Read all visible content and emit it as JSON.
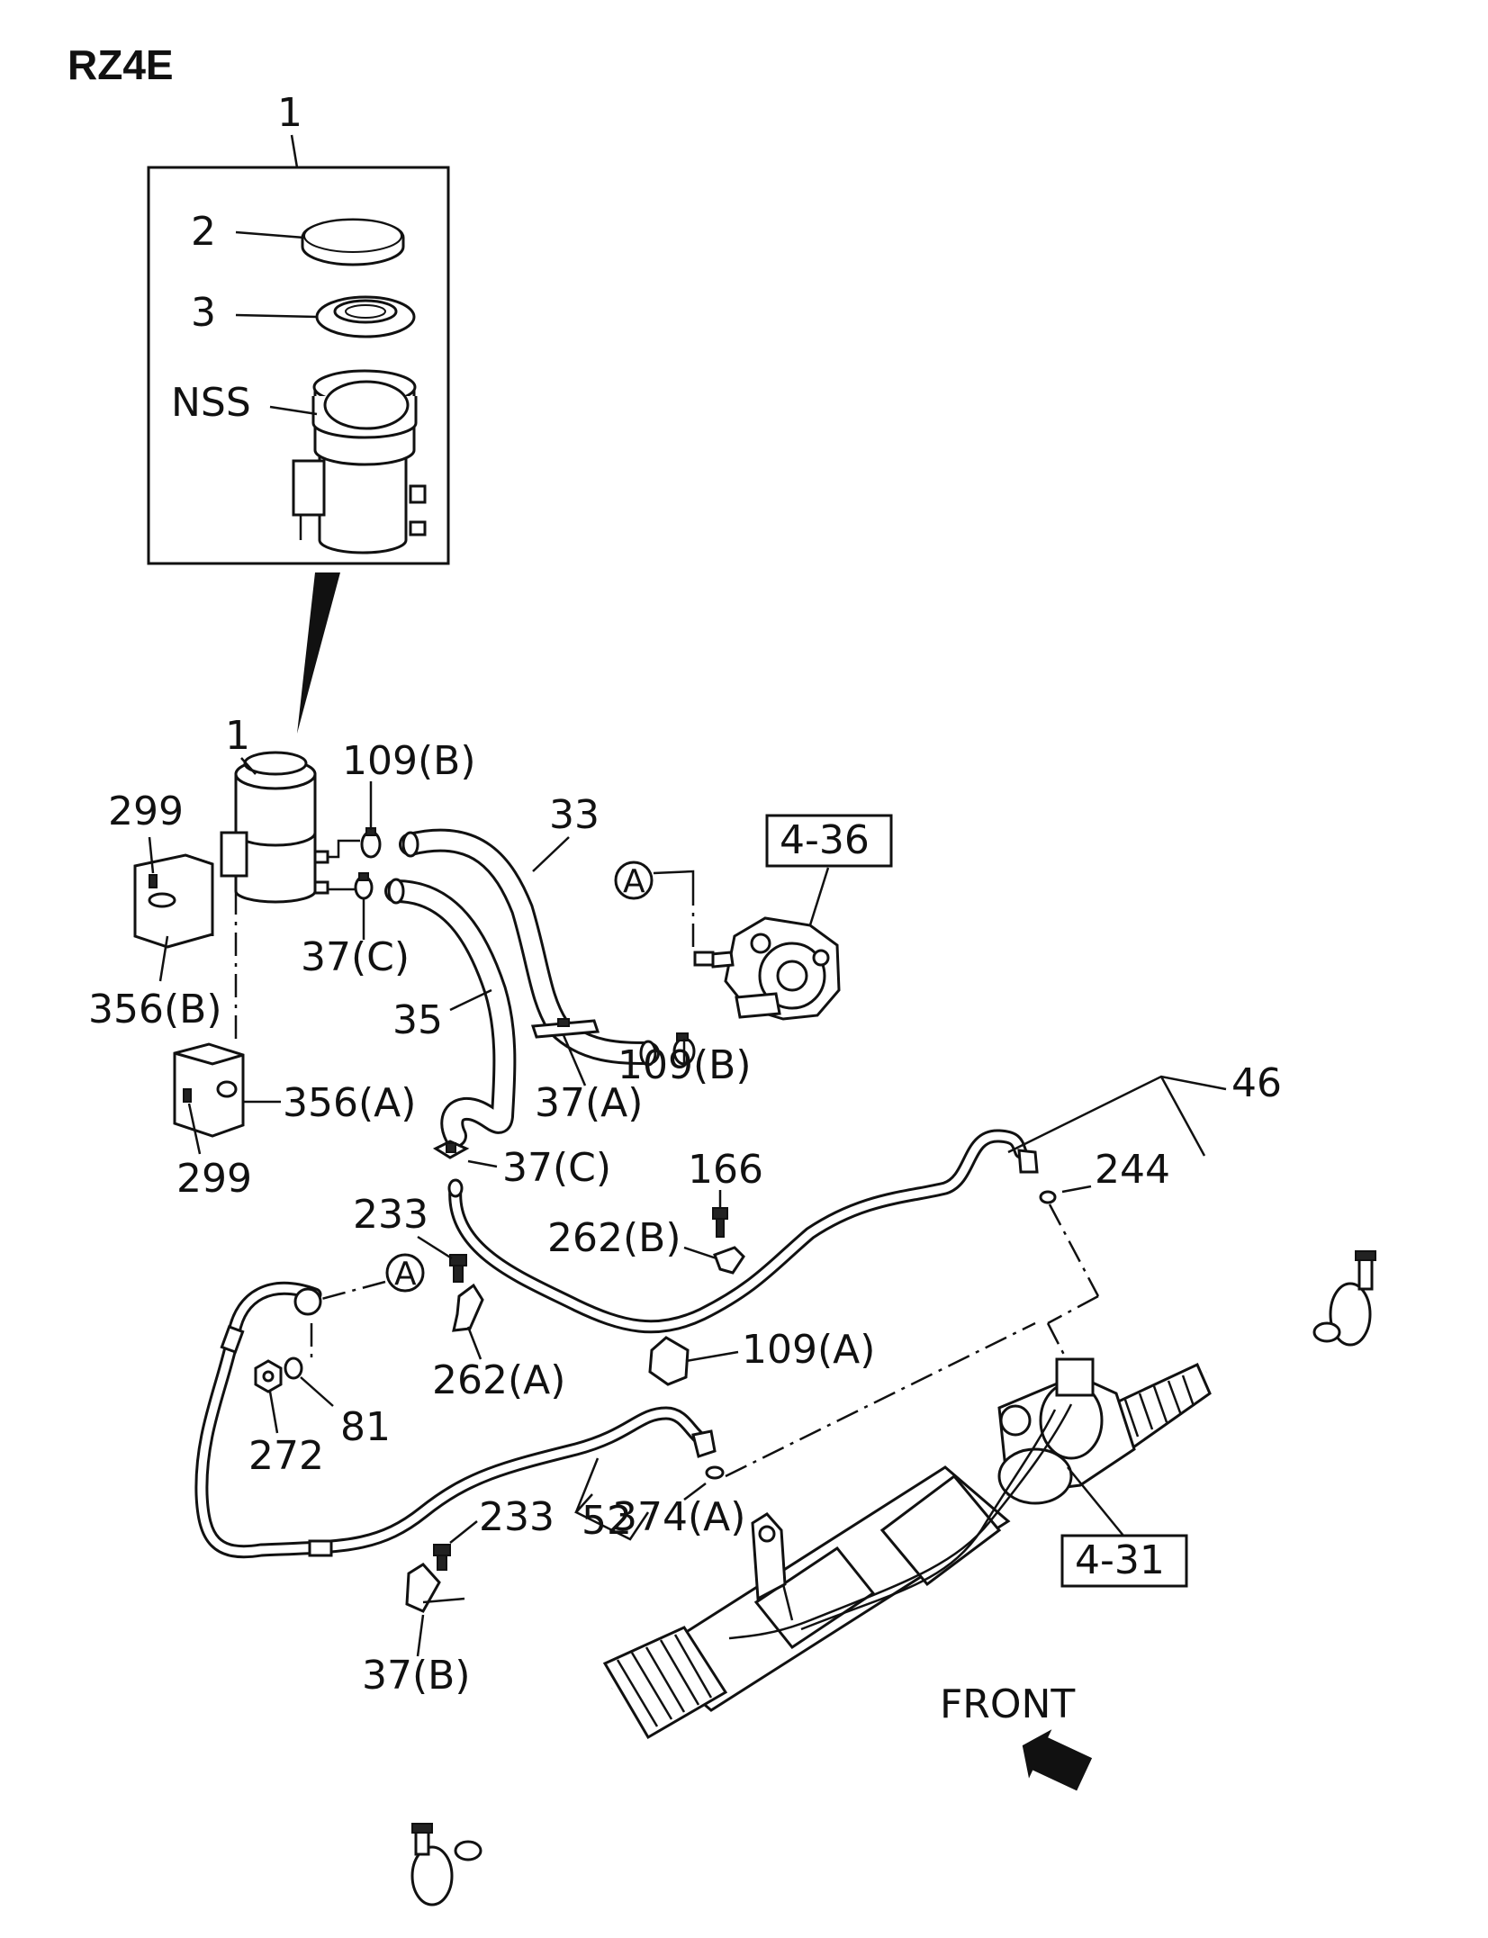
{
  "model_code": "RZ4E",
  "callouts": {
    "inset_1": "1",
    "c2": "2",
    "c3": "3",
    "nss": "NSS",
    "reservoir_1": "1",
    "c109b_top": "109(B)",
    "c33": "33",
    "c299_top": "299",
    "c37c_top": "37(C)",
    "c356b": "356(B)",
    "c35": "35",
    "c356a": "356(A)",
    "c299_bottom": "299",
    "circle_a_top": "A",
    "c109b_pump": "109(B)",
    "c37a": "37(A)",
    "c46": "46",
    "c244": "244",
    "c166": "166",
    "c37c_mid": "37(C)",
    "c262b": "262(B)",
    "c233_top": "233",
    "circle_a_bottom": "A",
    "c262a": "262(A)",
    "c109a": "109(A)",
    "c81": "81",
    "c272": "272",
    "c233_bottom": "233",
    "c374a": "374(A)",
    "c52": "52",
    "c37b": "37(B)",
    "front": "FRONT"
  },
  "references": {
    "pump": "4-36",
    "gear": "4-31"
  }
}
